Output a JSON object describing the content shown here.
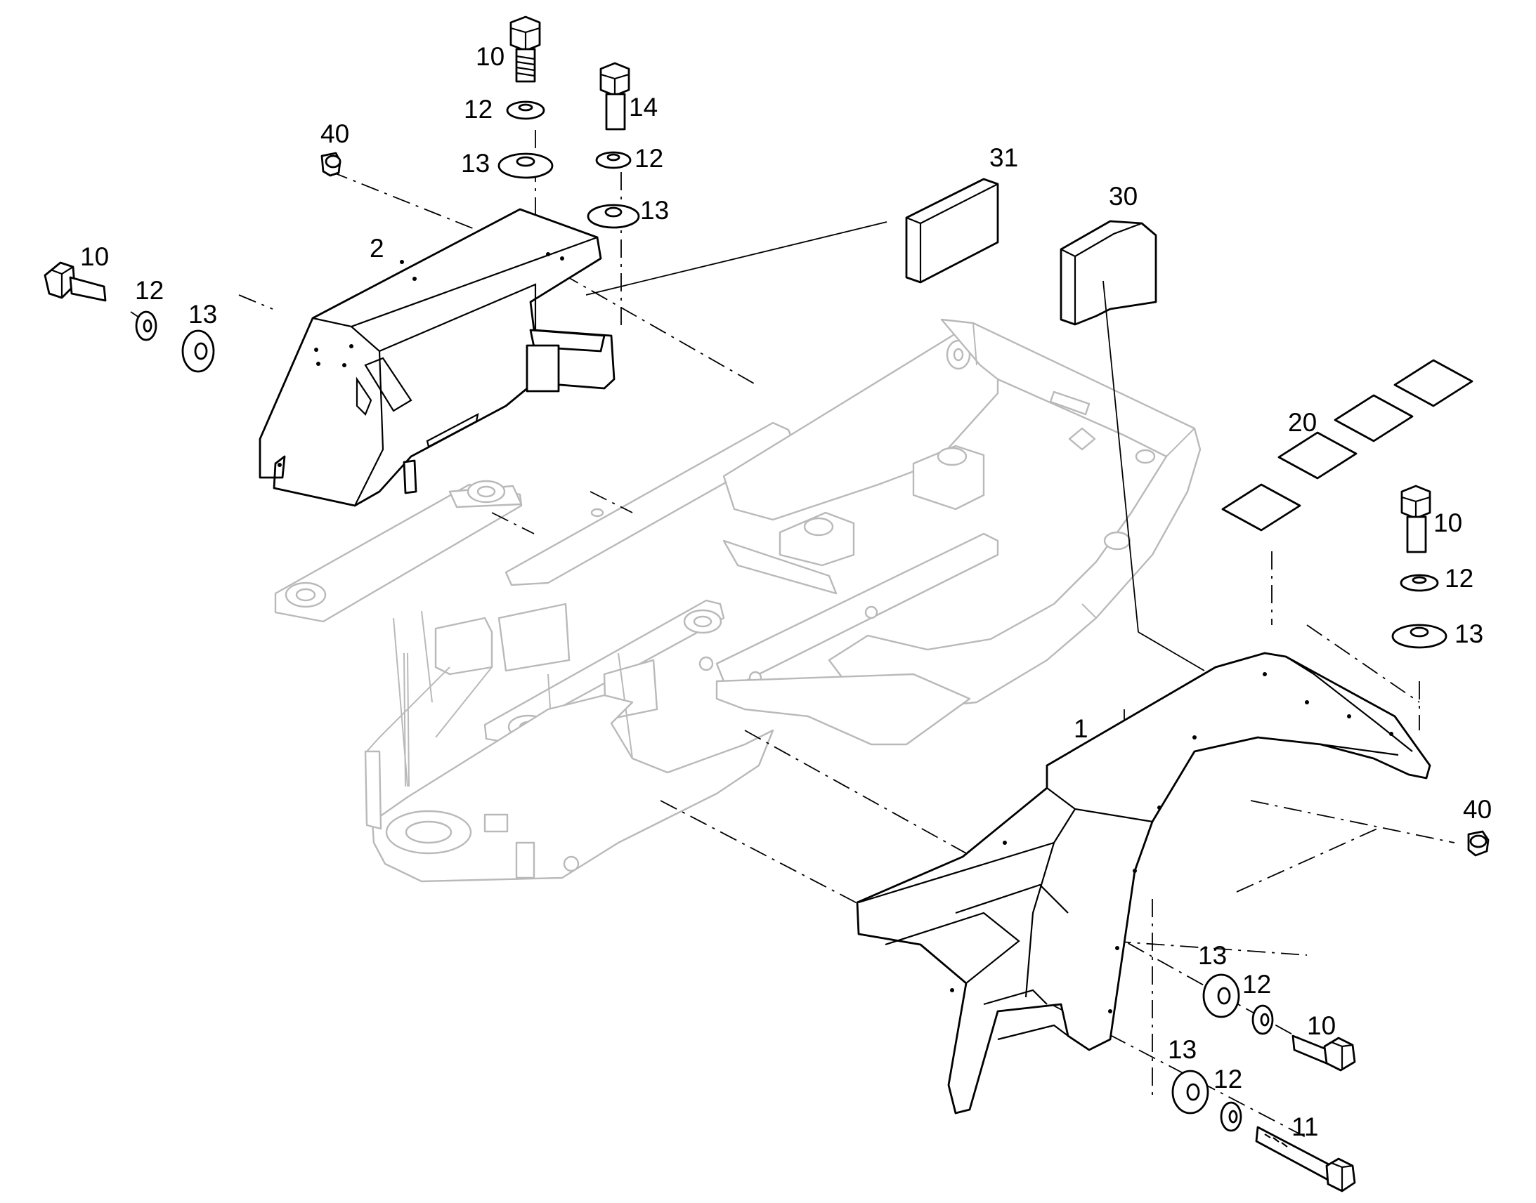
{
  "diagram": {
    "callouts": [
      {
        "id": "c-10a",
        "text": "10"
      },
      {
        "id": "c-12a",
        "text": "12"
      },
      {
        "id": "c-13a",
        "text": "13"
      },
      {
        "id": "c-14",
        "text": "14"
      },
      {
        "id": "c-12b",
        "text": "12"
      },
      {
        "id": "c-13b",
        "text": "13"
      },
      {
        "id": "c-40a",
        "text": "40"
      },
      {
        "id": "c-2",
        "text": "2"
      },
      {
        "id": "c-10b",
        "text": "10"
      },
      {
        "id": "c-12c",
        "text": "12"
      },
      {
        "id": "c-13c",
        "text": "13"
      },
      {
        "id": "c-31",
        "text": "31"
      },
      {
        "id": "c-30",
        "text": "30"
      },
      {
        "id": "c-20",
        "text": "20"
      },
      {
        "id": "c-10c",
        "text": "10"
      },
      {
        "id": "c-12d",
        "text": "12"
      },
      {
        "id": "c-13d",
        "text": "13"
      },
      {
        "id": "c-1",
        "text": "1"
      },
      {
        "id": "c-40b",
        "text": "40"
      },
      {
        "id": "c-13e",
        "text": "13"
      },
      {
        "id": "c-12e",
        "text": "12"
      },
      {
        "id": "c-10d",
        "text": "10"
      },
      {
        "id": "c-13f",
        "text": "13"
      },
      {
        "id": "c-12f",
        "text": "12"
      },
      {
        "id": "c-11",
        "text": "11"
      }
    ]
  }
}
